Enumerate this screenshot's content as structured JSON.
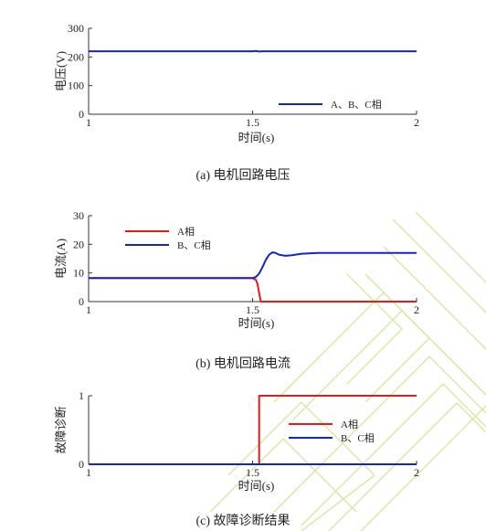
{
  "colors": {
    "phase_a": "#e8191b",
    "phase_bc": "#1027c4",
    "axis": "#333333",
    "watermark": "#cfe89a"
  },
  "chart_data": [
    {
      "type": "line",
      "caption": "(a) 电机回路电压",
      "xlabel": "时间(s)",
      "ylabel": "电压(V)",
      "xlim": [
        1,
        2
      ],
      "ylim": [
        0,
        300
      ],
      "xticks": [
        "1",
        "1.5",
        "2"
      ],
      "yticks": [
        "0",
        "100",
        "200",
        "300"
      ],
      "grid": false,
      "legend": "bottom-right",
      "series": [
        {
          "name": "A、B、C相",
          "color_key": "phase_bc",
          "x": [
            1.0,
            1.2,
            1.4,
            1.5,
            1.51,
            1.52,
            1.53,
            1.6,
            1.8,
            2.0
          ],
          "y": [
            220,
            220,
            220,
            220,
            221,
            219,
            220,
            220,
            220,
            220
          ]
        }
      ]
    },
    {
      "type": "line",
      "caption": "(b) 电机回路电流",
      "xlabel": "时间(s)",
      "ylabel": "电流(A)",
      "xlim": [
        1,
        2
      ],
      "ylim": [
        0,
        30
      ],
      "xticks": [
        "1",
        "1.5",
        "2"
      ],
      "yticks": [
        "0",
        "10",
        "20",
        "30"
      ],
      "grid": false,
      "legend": "top-left",
      "series": [
        {
          "name": "A相",
          "color_key": "phase_a",
          "x": [
            1.0,
            1.2,
            1.4,
            1.5,
            1.51,
            1.515,
            1.52,
            1.525,
            1.6,
            1.8,
            2.0
          ],
          "y": [
            8.2,
            8.2,
            8.2,
            8.2,
            7.6,
            6.2,
            3.0,
            0.0,
            0.0,
            0.0,
            0.0
          ]
        },
        {
          "name": "B、C相",
          "color_key": "phase_bc",
          "x": [
            1.0,
            1.2,
            1.4,
            1.5,
            1.51,
            1.52,
            1.53,
            1.54,
            1.55,
            1.56,
            1.57,
            1.58,
            1.6,
            1.62,
            1.65,
            1.7,
            1.8,
            1.9,
            2.0
          ],
          "y": [
            8.2,
            8.2,
            8.2,
            8.2,
            8.6,
            9.8,
            12.0,
            14.5,
            16.3,
            17.2,
            17.0,
            16.4,
            16.0,
            16.2,
            16.7,
            17.0,
            17.0,
            17.0,
            17.0
          ]
        }
      ]
    },
    {
      "type": "line",
      "caption": "(c) 故障诊断结果",
      "xlabel": "时间(s)",
      "ylabel": "故障诊断",
      "xlim": [
        1,
        2
      ],
      "ylim": [
        0,
        1
      ],
      "xticks": [
        "1",
        "1.5",
        "2"
      ],
      "yticks": [
        "0",
        "1"
      ],
      "grid": false,
      "legend": "center-right",
      "series": [
        {
          "name": "A相",
          "color_key": "phase_a",
          "x": [
            1.0,
            1.52,
            1.52,
            2.0
          ],
          "y": [
            0,
            0,
            1,
            1
          ]
        },
        {
          "name": "B、C相",
          "color_key": "phase_bc",
          "x": [
            1.0,
            2.0
          ],
          "y": [
            0,
            0
          ]
        }
      ]
    }
  ]
}
